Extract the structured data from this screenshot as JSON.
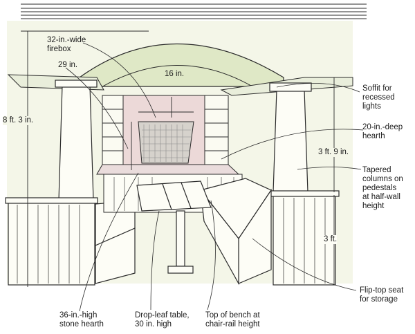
{
  "callouts": {
    "firebox_width": "32-in.-wide\nfirebox",
    "firebox_inset": "29 in.",
    "mantel_gap": "16 in.",
    "soffit": "Soffit for\nrecessed\nlights",
    "hearth_depth": "20-in.-deep\nhearth",
    "columns": "Tapered\ncolumns on\npedestals\nat half-wall\nheight",
    "seat": "Flip-top seat\nfor storage",
    "stone_hearth": "36-in.-high\nstone hearth",
    "table": "Drop-leaf table,\n30 in. high",
    "bench": "Top of bench at\nchair-rail height"
  },
  "dimensions": {
    "overall_height": "8 ft. 3 in.",
    "column_height": "3 ft. 9 in.",
    "pedestal_height": "3 ft."
  },
  "colors": {
    "wall": "#eef1dc",
    "arch": "#dde6c4",
    "fireplace_surround": "#ecd9d8",
    "firebox": "#d8d4cf",
    "wood": "#fdfdf6",
    "line": "#2a2a2a"
  }
}
